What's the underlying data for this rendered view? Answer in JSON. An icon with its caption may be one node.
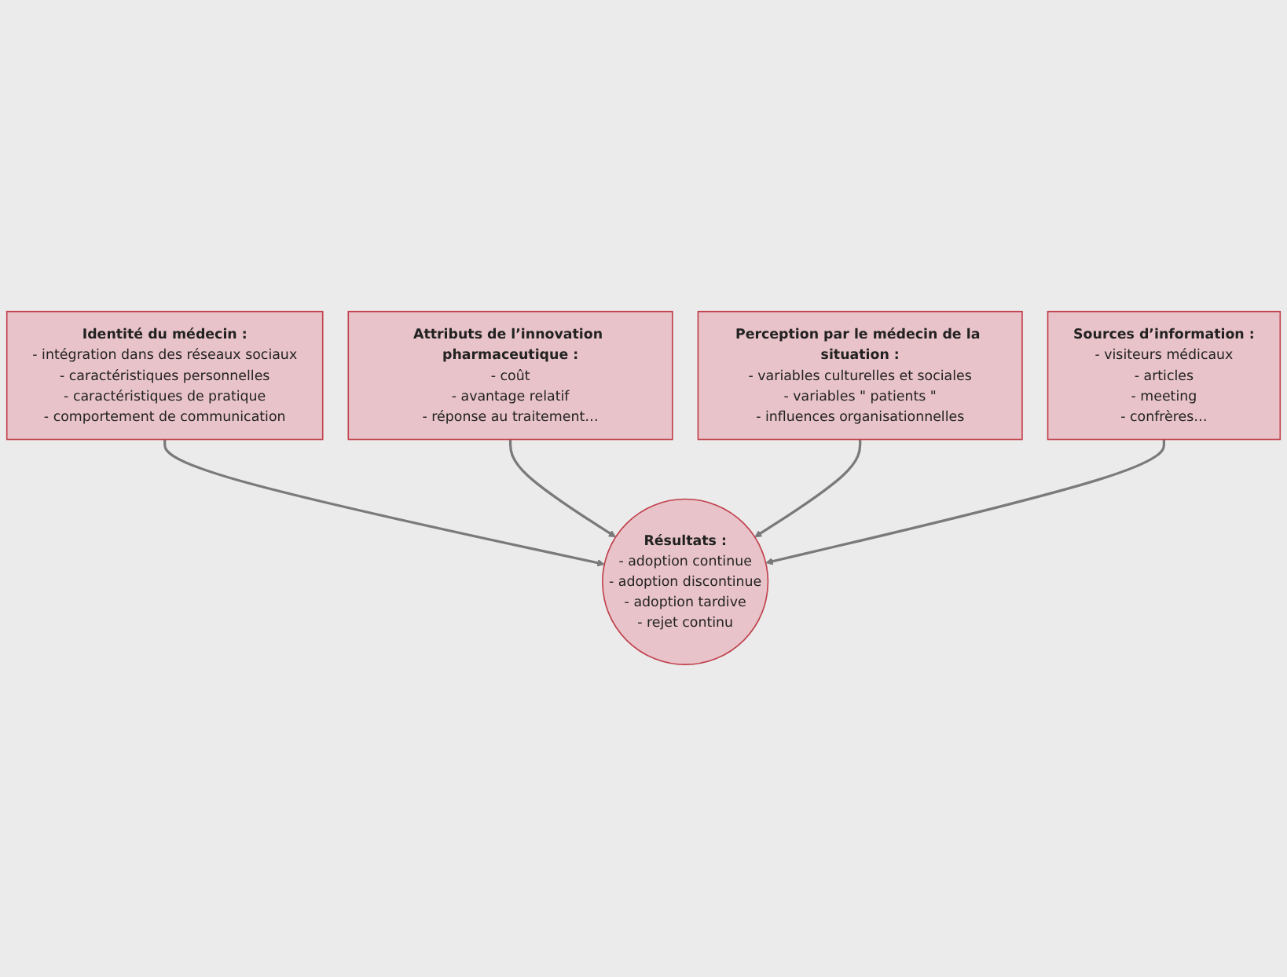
{
  "diagram": {
    "nodes": [
      {
        "text": [
          "Identité du médecin :",
          "- intégration dans des réseaux sociaux",
          "- caractéristiques personnelles",
          "- caractéristiques de pratique",
          "- comportement de communication"
        ]
      },
      {
        "text": [
          "Attributs de l’innovation pharmaceutique :",
          "- coût",
          "- avantage relatif",
          "- réponse au traitement…"
        ]
      },
      {
        "text": [
          "Résultats :",
          "- adoption continue",
          "- adoption discontinue",
          "- adoption tardive",
          "- rejet continu"
        ]
      },
      {
        "text": [
          "Perception par le médecin de la situation :",
          "- variables culturelles et sociales",
          "- variables \" patients \"",
          "- influences organisationnelles"
        ]
      },
      {
        "text": [
          "Sources d’information :",
          "- visiteurs médicaux",
          "- articles",
          "- meeting",
          "- confrères…"
        ]
      }
    ],
    "edges": [
      {
        "from": 0,
        "to": 2,
        "arrow": "to"
      },
      {
        "from": 1,
        "to": 2,
        "arrow": "to"
      },
      {
        "from": 3,
        "to": 2,
        "arrow": "to"
      },
      {
        "from": 4,
        "to": 2,
        "arrow": "to"
      }
    ]
  }
}
